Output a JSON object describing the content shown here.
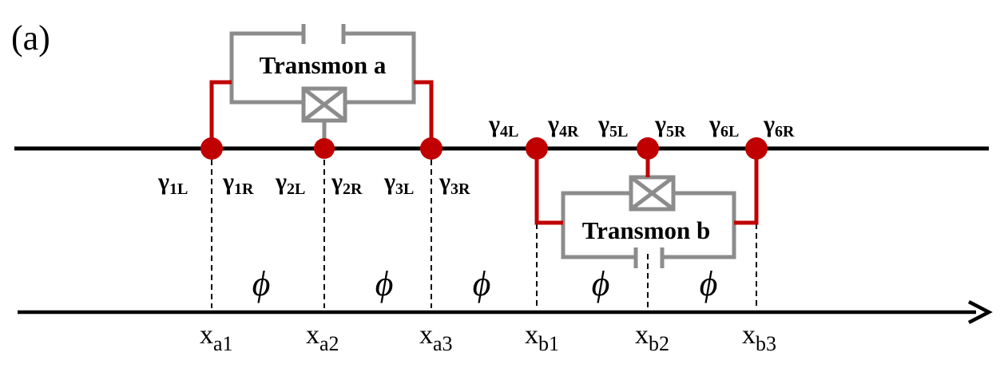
{
  "panel_label": "(a)",
  "transmon_a": {
    "label": "Transmon a"
  },
  "transmon_b": {
    "label": "Transmon b"
  },
  "top_gammas": [
    {
      "base": "γ",
      "sub": "4L"
    },
    {
      "base": "γ",
      "sub": "4R"
    },
    {
      "base": "γ",
      "sub": "5L"
    },
    {
      "base": "γ",
      "sub": "5R"
    },
    {
      "base": "γ",
      "sub": "6L"
    },
    {
      "base": "γ",
      "sub": "6R"
    }
  ],
  "bottom_gammas": [
    {
      "base": "γ",
      "sub": "1L"
    },
    {
      "base": "γ",
      "sub": "1R"
    },
    {
      "base": "γ",
      "sub": "2L"
    },
    {
      "base": "γ",
      "sub": "2R"
    },
    {
      "base": "γ",
      "sub": "3L"
    },
    {
      "base": "γ",
      "sub": "3R"
    }
  ],
  "phi_symbol": "ϕ",
  "axis_points": [
    {
      "base": "x",
      "sub": "a1"
    },
    {
      "base": "x",
      "sub": "a2"
    },
    {
      "base": "x",
      "sub": "a3"
    },
    {
      "base": "x",
      "sub": "b1"
    },
    {
      "base": "x",
      "sub": "b2"
    },
    {
      "base": "x",
      "sub": "b3"
    }
  ],
  "colors": {
    "wire": "#000000",
    "lead": "#c00000",
    "node": "#c00000",
    "transmon": "#8c8c8c"
  }
}
